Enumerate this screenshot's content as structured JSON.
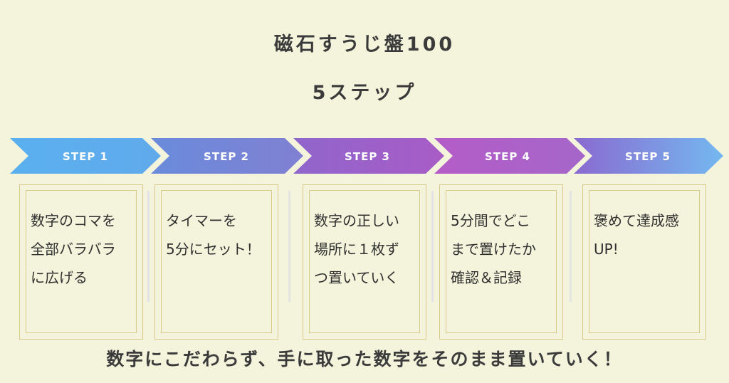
{
  "title": {
    "line1": "磁石すうじ盤100",
    "line2": "5ステップ"
  },
  "steps": [
    {
      "label": "STEP 1",
      "text": "数字のコマを\n全部バラバラ\nに広げる",
      "color_start": "#5ab0ee",
      "color_end": "#5fa9ec"
    },
    {
      "label": "STEP 2",
      "text": "タイマーを\n5分にセット！",
      "color_start": "#6f86d9",
      "color_end": "#7b80d4"
    },
    {
      "label": "STEP 3",
      "text": "数字の正しい\n場所に１枚ず\nつ置いていく",
      "color_start": "#9a62c8",
      "color_end": "#a65cc6"
    },
    {
      "label": "STEP 4",
      "text": "5分間でどこ\nまで置けたか\n確認＆記録",
      "color_start": "#b25ec8",
      "color_end": "#a864c8"
    },
    {
      "label": "STEP 5",
      "text": "褒めて達成感\nUP!",
      "color_start": "#8a6fd0",
      "color_end": "#72b4ee"
    }
  ],
  "footer": "数字にこだわらず、手に取った数字をそのまま置いていく！",
  "colors": {
    "background": "#f4f4dc",
    "card_border": "#d9c98a",
    "text": "#3b3b3b"
  }
}
